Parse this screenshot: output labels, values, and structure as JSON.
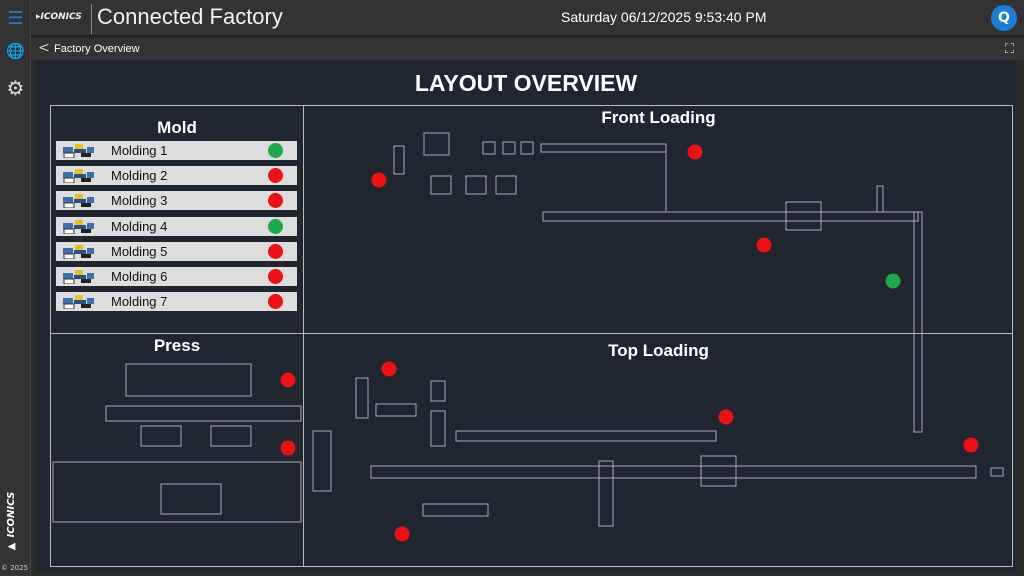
{
  "app": {
    "logo": "ICONICS",
    "title": "Connected Factory",
    "datetime": "Saturday 06/12/2025 9:53:40 PM",
    "copyright": "© 2025"
  },
  "sidebar": {
    "items": [
      {
        "icon": "menu-icon"
      },
      {
        "icon": "globe-icon"
      },
      {
        "icon": "gear-icon"
      }
    ]
  },
  "breadcrumb": {
    "label": "Factory Overview"
  },
  "page_title": "LAYOUT OVERVIEW",
  "colors": {
    "ok": "#1faa4a",
    "alarm": "#ee1111",
    "accent": "#1a7fd4"
  },
  "mold": {
    "title": "Mold",
    "items": [
      {
        "label": "Molding 1",
        "status": "ok"
      },
      {
        "label": "Molding 2",
        "status": "alarm"
      },
      {
        "label": "Molding 3",
        "status": "alarm"
      },
      {
        "label": "Molding 4",
        "status": "ok"
      },
      {
        "label": "Molding 5",
        "status": "alarm"
      },
      {
        "label": "Molding 6",
        "status": "alarm"
      },
      {
        "label": "Molding 7",
        "status": "alarm"
      }
    ]
  },
  "front_loading": {
    "title": "Front Loading",
    "statuses": [
      "alarm",
      "alarm",
      "alarm",
      "ok"
    ]
  },
  "press": {
    "title": "Press",
    "statuses": [
      "alarm",
      "alarm"
    ]
  },
  "top_loading": {
    "title": "Top Loading",
    "statuses": [
      "alarm",
      "alarm",
      "alarm",
      "alarm"
    ]
  }
}
